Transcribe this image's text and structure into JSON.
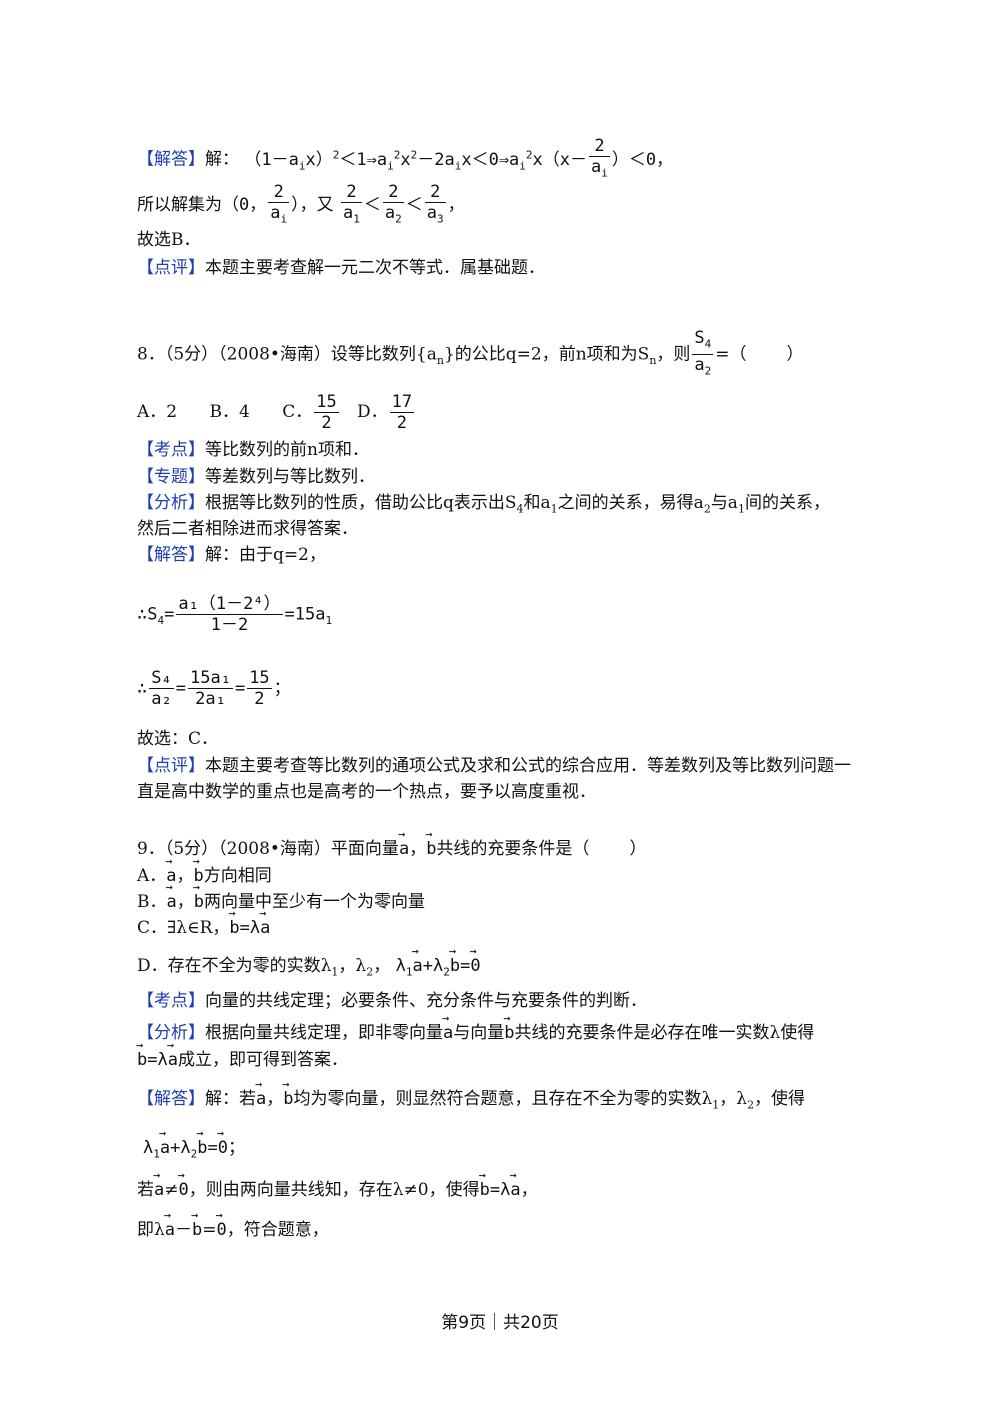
{
  "q7": {
    "answer_tag": "【解答】",
    "answer_intro": "解：",
    "line1_math": "（1－a",
    "line1_sub_i": "i",
    "line1_x": "x）",
    "line1_sup2": "2",
    "line1_rest": "＜1⇒a",
    "line1_sub_i2": "i",
    "line1_sup2b": "2",
    "line1_rest2": "x",
    "line1_sup2c": "2",
    "line1_rest3": "－2a",
    "line1_sub_i3": "i",
    "line1_rest4": "x＜0⇒a",
    "line1_sub_i4": "i",
    "line1_sup2d": "2",
    "line1_rest5": "x（x－",
    "frac_num": "2",
    "frac_den": "a",
    "frac_den_sub": "i",
    "line1_end": "）＜0，",
    "line2_text": "所以解集为",
    "line2_paren_open": "（0，",
    "line2_paren_close": "），又",
    "line2_n1": "2",
    "line2_d1": "a",
    "line2_d1s": "1",
    "line2_n2": "2",
    "line2_d2": "a",
    "line2_d2s": "2",
    "line2_n3": "2",
    "line2_d3": "a",
    "line2_d3s": "3",
    "lt": "＜",
    "comma": "，",
    "choose": "故选B．",
    "comment_tag": "【点评】",
    "comment": "本题主要考查解一元二次不等式．属基础题．"
  },
  "q8": {
    "stem": "8．（5分）（2008•海南）设等比数列{a",
    "stem_sub_n": "n",
    "stem_mid": "}的公比q=2，前n项和为S",
    "stem_sub_n2": "n",
    "stem_end": "，则",
    "frac_num": "S",
    "frac_num_sub": "4",
    "frac_den": "a",
    "frac_den_sub": "2",
    "stem_tail": "=（",
    "stem_close": "）",
    "opt_a": "A．2",
    "opt_b": "B．4",
    "opt_c": "C．",
    "opt_c_num": "15",
    "opt_c_den": "2",
    "opt_d": "D．",
    "opt_d_num": "17",
    "opt_d_den": "2",
    "kd_tag": "【考点】",
    "kd": "等比数列的前n项和．",
    "zt_tag": "【专题】",
    "zt": "等差数列与等比数列．",
    "fx_tag": "【分析】",
    "fx_line1_a": "根据等比数列的性质，借助公比q表示出S",
    "fx_sub4": "4",
    "fx_line1_b": "和a",
    "fx_sub1": "1",
    "fx_line1_c": "之间的关系，易得a",
    "fx_sub2": "2",
    "fx_line1_d": "与a",
    "fx_sub1b": "1",
    "fx_line1_e": "间的关系，",
    "fx_line2": "然后二者相除进而求得答案．",
    "jd_tag": "【解答】",
    "jd": "解：由于q=2，",
    "eq1_pre": "∴S",
    "eq1_sub": "4",
    "eq1_eq": "=",
    "eq1_num": "a₁（1－2⁴）",
    "eq1_den": "1－2",
    "eq1_res": "=15a",
    "eq1_res_sub": "1",
    "eq2_pre": "∴",
    "eq2_n1": "S₄",
    "eq2_d1": "a₂",
    "eq2_n2": "15a₁",
    "eq2_d2": "2a₁",
    "eq2_n3": "15",
    "eq2_d3": "2",
    "eq2_end": "；",
    "choose": "故选：C．",
    "dp_tag": "【点评】",
    "dp_line1": "本题主要考查等比数列的通项公式及求和公式的综合应用．等差数列及等比数列问题一",
    "dp_line2": "直是高中数学的重点也是高考的一个热点，要予以高度重视．"
  },
  "q9": {
    "stem_a": "9．（5分）（2008•海南）平面向量",
    "va": "a",
    "vb": "b",
    "stem_b": "共线的充要条件是（",
    "stem_close": "）",
    "optA_label": "A．",
    "optA_text": "方向相同",
    "optB_label": "B．",
    "optB_text": "两向量中至少有一个为零向量",
    "optC_label": "C．∃λ∈R，",
    "optC_eq": "=λ",
    "optD_label": "D．存在不全为零的实数λ",
    "optD_sub1": "1",
    "optD_mid": "，λ",
    "optD_sub2": "2",
    "optD_comma": "，",
    "optD_eq1": "λ",
    "optD_eq_sub1": "1",
    "optD_plus": "+λ",
    "optD_eq_sub2": "2",
    "optD_eq_end": "=",
    "zero": "0",
    "kd_tag": "【考点】",
    "kd": "向量的共线定理；必要条件、充分条件与充要条件的判断．",
    "fx_tag": "【分析】",
    "fx_a": "根据向量共线定理，即非零向量",
    "fx_b": "与向量",
    "fx_c": "共线的充要条件是必存在唯一实数λ使得",
    "fx2_eq": "=λ",
    "fx2_end": "成立，即可得到答案．",
    "jd_tag": "【解答】",
    "jd_a": "解：若",
    "jd_b": "均为零向量，则显然符合题意，且存在不全为零的实数λ",
    "jd_sub1": "1",
    "jd_c": "，λ",
    "jd_sub2": "2",
    "jd_d": "，使得",
    "l2_lam": "λ",
    "l2_sub1": "1",
    "l2_plus": "+λ",
    "l2_sub2": "2",
    "l2_eq": "=",
    "l2_end": "；",
    "l3_a": "若",
    "l3_ne": "≠",
    "l3_b": "，则由两向量共线知，存在λ≠0，使得",
    "l3_eq": "=λ",
    "l3_end": "，",
    "l4_a": "即λ",
    "l4_minus": "－",
    "l4_eq": "=",
    "l4_end": "，符合题意，"
  },
  "footer": "第9页｜共20页"
}
